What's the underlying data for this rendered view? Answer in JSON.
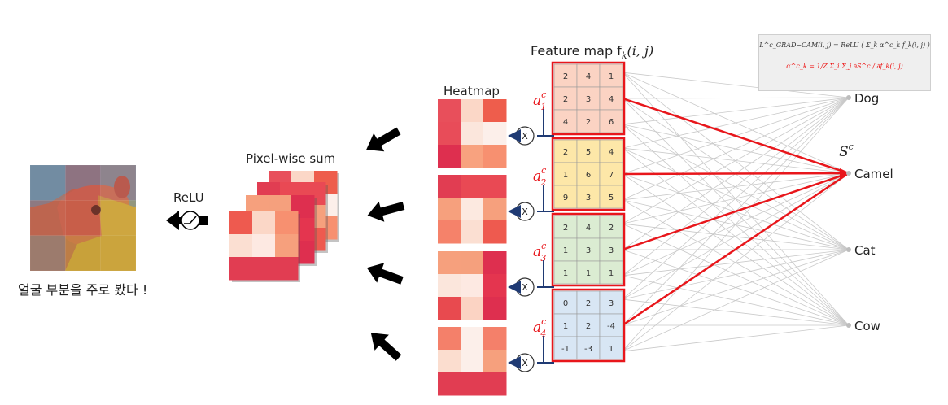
{
  "heatmap_title": "Heatmap",
  "feature_map_title": "Feature map f",
  "feature_map_args": "(i, j)",
  "feature_map_sub": "k",
  "pixel_wise_label": "Pixel-wise sum",
  "relu_label": "ReLU",
  "caption": "얼굴 부분을 주로 봤다 !",
  "class_score_label": "S",
  "class_score_sup": "c",
  "multiply_symbol": "X",
  "classes": [
    "Dog",
    "Camel",
    "Cat",
    "Cow"
  ],
  "weights": [
    {
      "base": "a",
      "sup": "c",
      "sub": "1"
    },
    {
      "base": "a",
      "sup": "c",
      "sub": "2"
    },
    {
      "base": "a",
      "sup": "c",
      "sub": "3"
    },
    {
      "base": "a",
      "sup": "c",
      "sub": "4"
    }
  ],
  "feature_maps": [
    {
      "fill": "#fbd3c3",
      "values": [
        [
          2,
          4,
          1
        ],
        [
          2,
          3,
          4
        ],
        [
          4,
          2,
          6
        ]
      ]
    },
    {
      "fill": "#fde7a8",
      "values": [
        [
          2,
          5,
          4
        ],
        [
          1,
          6,
          7
        ],
        [
          9,
          3,
          5
        ]
      ]
    },
    {
      "fill": "#dbecd2",
      "values": [
        [
          2,
          4,
          2
        ],
        [
          1,
          3,
          3
        ],
        [
          1,
          1,
          1
        ]
      ]
    },
    {
      "fill": "#d8e6f4",
      "values": [
        [
          0,
          2,
          3
        ],
        [
          1,
          2,
          -4
        ],
        [
          -1,
          -3,
          1
        ]
      ]
    }
  ],
  "heatmaps": [
    [
      [
        "#e84f5b",
        "#fbd7c7",
        "#ee5d4c"
      ],
      [
        "#e84c59",
        "#fbe6dc",
        "#fcefea"
      ],
      [
        "#de2f4f",
        "#f8a27f",
        "#f79070"
      ]
    ],
    [
      [
        "#e13d52",
        "#e94954",
        "#e94954"
      ],
      [
        "#f6a07d",
        "#fce9e0",
        "#f6a07d"
      ],
      [
        "#f5826a",
        "#fbdfd2",
        "#ee5a4f"
      ]
    ],
    [
      [
        "#f6a07d",
        "#f5a07d",
        "#de2f4f"
      ],
      [
        "#fbe6dc",
        "#fde9e2",
        "#e4354f"
      ],
      [
        "#e84a4f",
        "#fbd3c3",
        "#de2f4f"
      ]
    ],
    [
      [
        "#f4806a",
        "#fcefea",
        "#f4806a"
      ],
      [
        "#fbddcf",
        "#fcefea",
        "#f6a07d"
      ],
      [
        "#e13d52",
        "#e13d52",
        "#e13d52"
      ]
    ]
  ],
  "pixel_sum_front": [
    [
      "#ee5a4f",
      "#fbd7c7",
      "#f79070"
    ],
    [
      "#fbdfd2",
      "#fde9e2",
      "#f6a07d"
    ],
    [
      "#e13d52",
      "#e13d52",
      "#e13d52"
    ]
  ],
  "photo_overlay": [
    [
      "#7a92a8",
      "#c84a4a",
      "#c87a6a"
    ],
    [
      "#c85a4a",
      "#c84a3a",
      "#d8b040"
    ],
    [
      "#6a9aa0",
      "#c8a030",
      "#d0a838"
    ]
  ],
  "formula": {
    "line1": "L^c_GRAD−CAM(i, j) = ReLU ( Σ_k α^c_k f_k(i, j) )",
    "line2": "α^c_k = 1/Z Σ_i Σ_j ∂S^c / ∂f_k(i, j)"
  },
  "colors": {
    "highlight": "#e8161b",
    "connector": "#1f3a73",
    "arrow": "#000000",
    "gray_line": "#c9c9c9"
  }
}
